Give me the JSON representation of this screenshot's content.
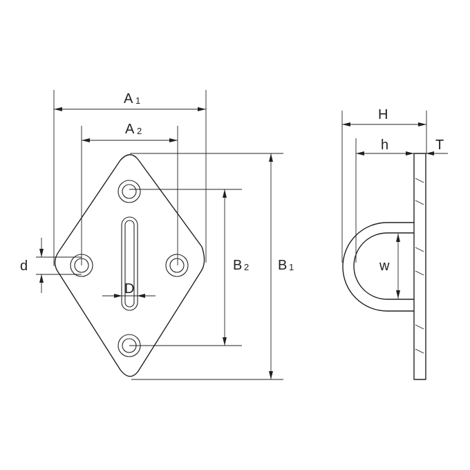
{
  "labels": {
    "A1": {
      "main": "A",
      "sub": "1"
    },
    "A2": {
      "main": "A",
      "sub": "2"
    },
    "B1": {
      "main": "B",
      "sub": "1"
    },
    "B2": {
      "main": "B",
      "sub": "2"
    },
    "d": "d",
    "D": "D",
    "H": "H",
    "h": "h",
    "T": "T",
    "w": "w"
  },
  "colors": {
    "line": "#231f20",
    "background": "#ffffff"
  }
}
